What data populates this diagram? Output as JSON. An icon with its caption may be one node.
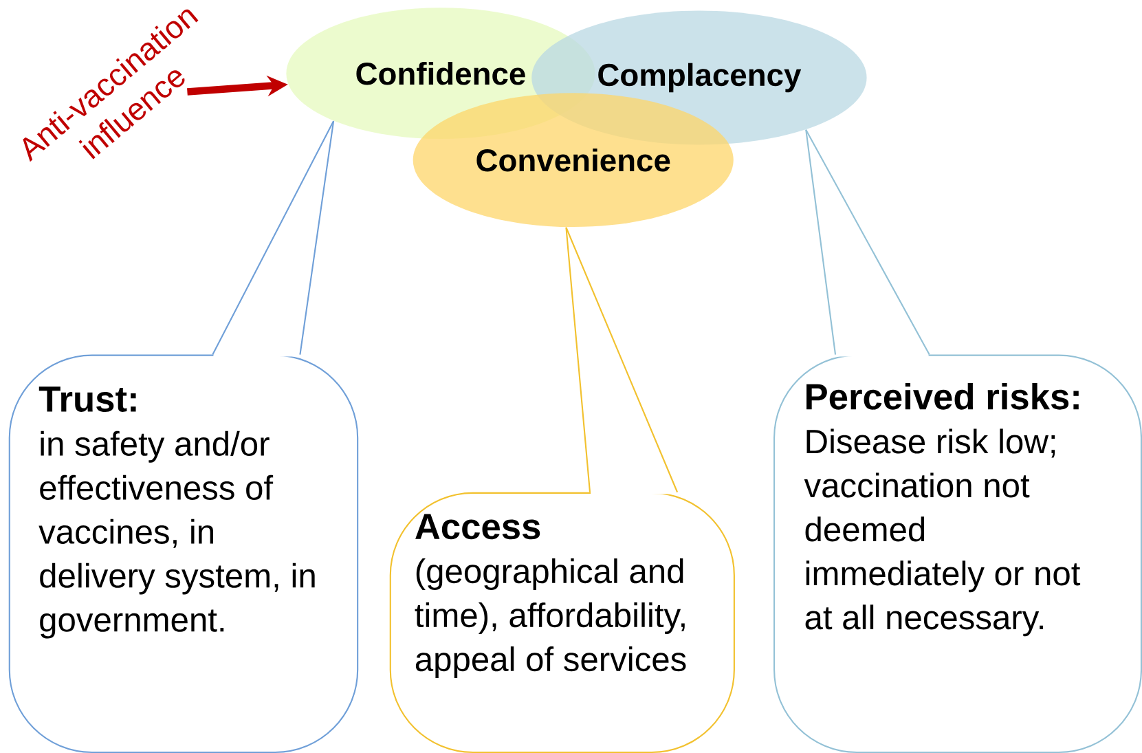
{
  "diagram": {
    "nodes": [
      {
        "text": [
          "Confidence"
        ]
      },
      {
        "text": [
          "Complacency"
        ]
      },
      {
        "text": [
          "Convenience"
        ]
      },
      {
        "text": [
          "Trust:",
          "in safety and/or effectiveness of vaccines, in delivery system, in government."
        ]
      },
      {
        "text": [
          "Access",
          "(geographical and time), affordability, appeal of services"
        ]
      },
      {
        "text": [
          "Perceived risks:",
          "Disease risk low; vaccination not deemed immediately or not at all necessary."
        ]
      },
      {
        "text": [
          "Anti-vaccination influence"
        ]
      }
    ],
    "edges": [
      {
        "from": 6,
        "to": 0,
        "arrow": "to",
        "style": "thick",
        "color": "#c00000"
      },
      {
        "from": 3,
        "to": 0,
        "arrow": "none",
        "color": "#6f9fd8"
      },
      {
        "from": 4,
        "to": 2,
        "arrow": "none",
        "color": "#f2c12e"
      },
      {
        "from": 5,
        "to": 1,
        "arrow": "none",
        "color": "#93c1d6"
      },
      {
        "from": 3,
        "to": 0,
        "arrow": "none",
        "color": "#6f9fd8"
      },
      {
        "from": 4,
        "to": 2,
        "arrow": "none",
        "color": "#f2c12e"
      },
      {
        "from": 5,
        "to": 1,
        "arrow": "none",
        "color": "#93c1d6"
      }
    ]
  }
}
